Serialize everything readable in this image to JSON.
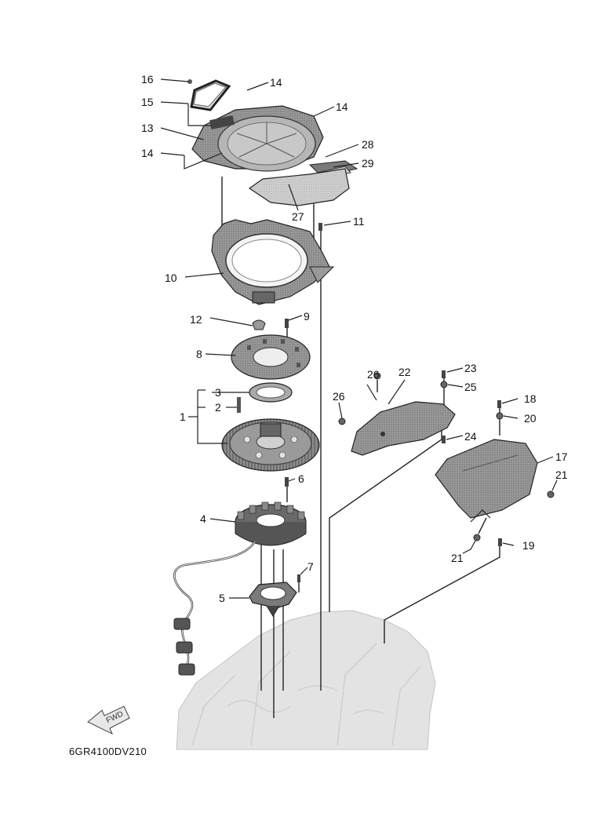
{
  "diagram": {
    "code": "6GR4100DV210",
    "fwd_label": "FWD",
    "callouts": {
      "c1": "1",
      "c2": "2",
      "c3": "3",
      "c4": "4",
      "c5": "5",
      "c6": "6",
      "c7": "7",
      "c8": "8",
      "c9": "9",
      "c10": "10",
      "c11": "11",
      "c12": "12",
      "c13": "13",
      "c14a": "14",
      "c14b": "14",
      "c14c": "14",
      "c15": "15",
      "c16": "16",
      "c17": "17",
      "c18": "18",
      "c19": "19",
      "c20": "20",
      "c21a": "21",
      "c21b": "21",
      "c22": "22",
      "c23": "23",
      "c24": "24",
      "c25": "25",
      "c26a": "26",
      "c26b": "26",
      "c27": "27",
      "c28": "28",
      "c29": "29"
    }
  },
  "colors": {
    "line": "#1a1a1a",
    "part_dark": "#555555",
    "part_mid": "#8a8a8a",
    "part_light": "#bdbdbd",
    "engine": "#d9d9d9"
  }
}
